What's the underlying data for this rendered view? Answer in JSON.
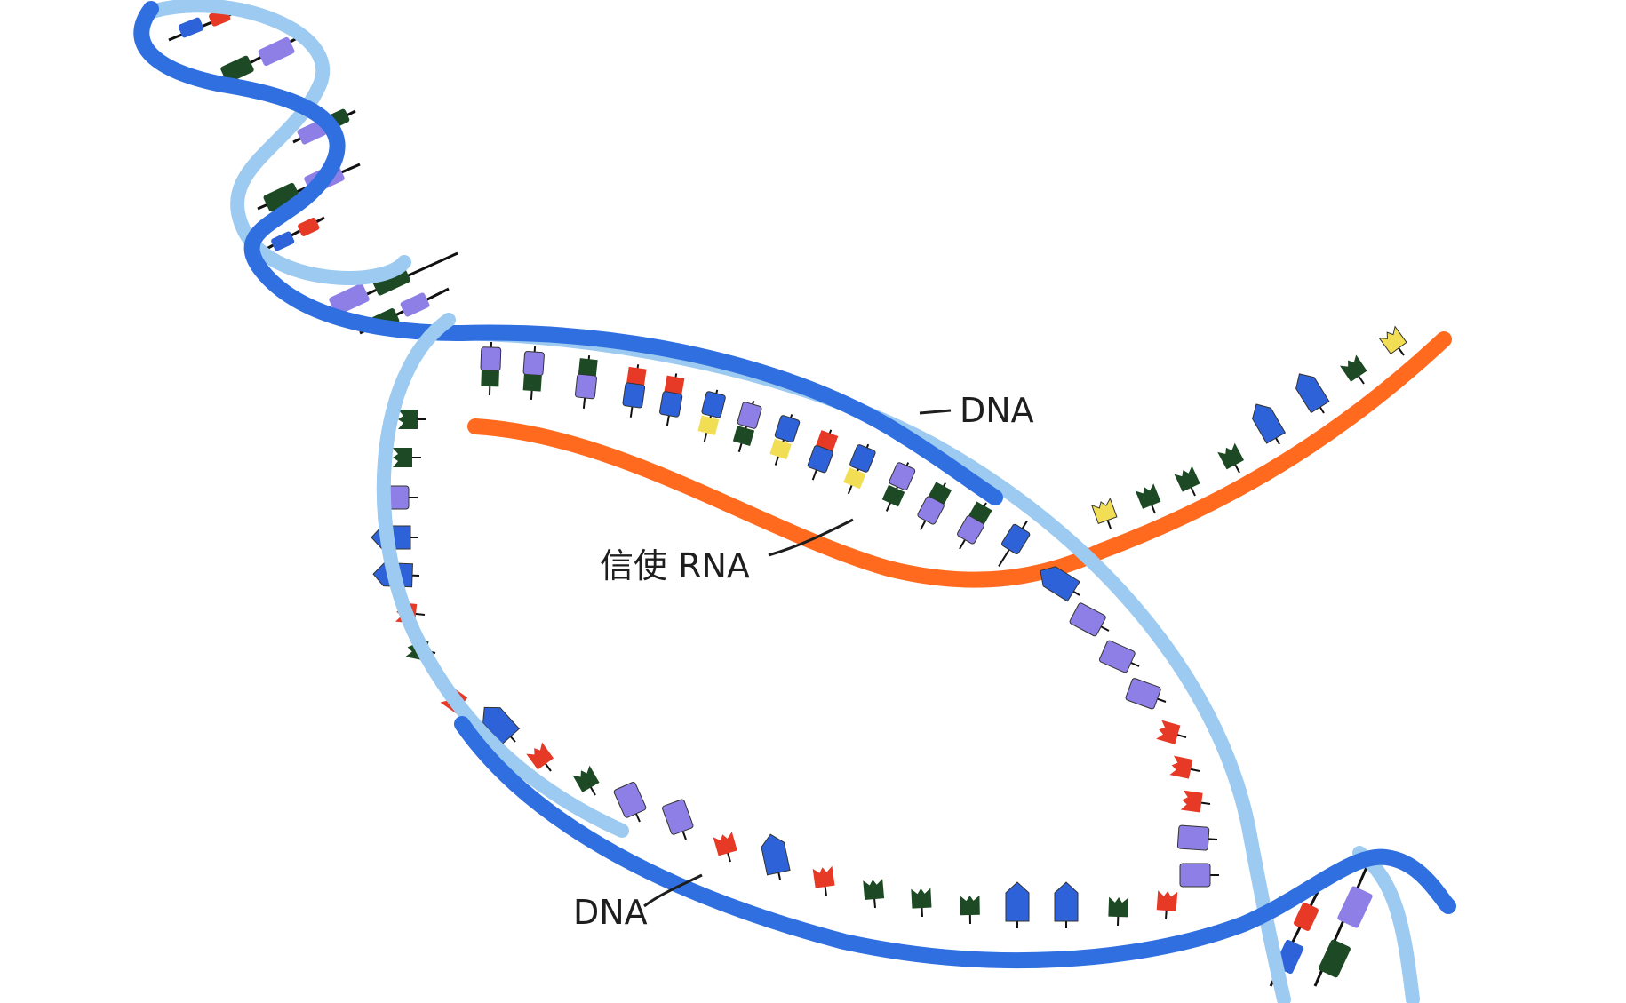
{
  "labels": {
    "dna_top": "DNA",
    "mrna": "信使 RNA",
    "dna_bottom": "DNA"
  },
  "colors": {
    "strand_dark": "#2f6fe0",
    "strand_light": "#9ccaf0",
    "rna_strand": "#ff6a1f",
    "base_purple": "#8e7fe6",
    "base_blue": "#2e62d8",
    "base_green": "#1d4a24",
    "base_red": "#e63a26",
    "base_yellow": "#f2de55"
  }
}
